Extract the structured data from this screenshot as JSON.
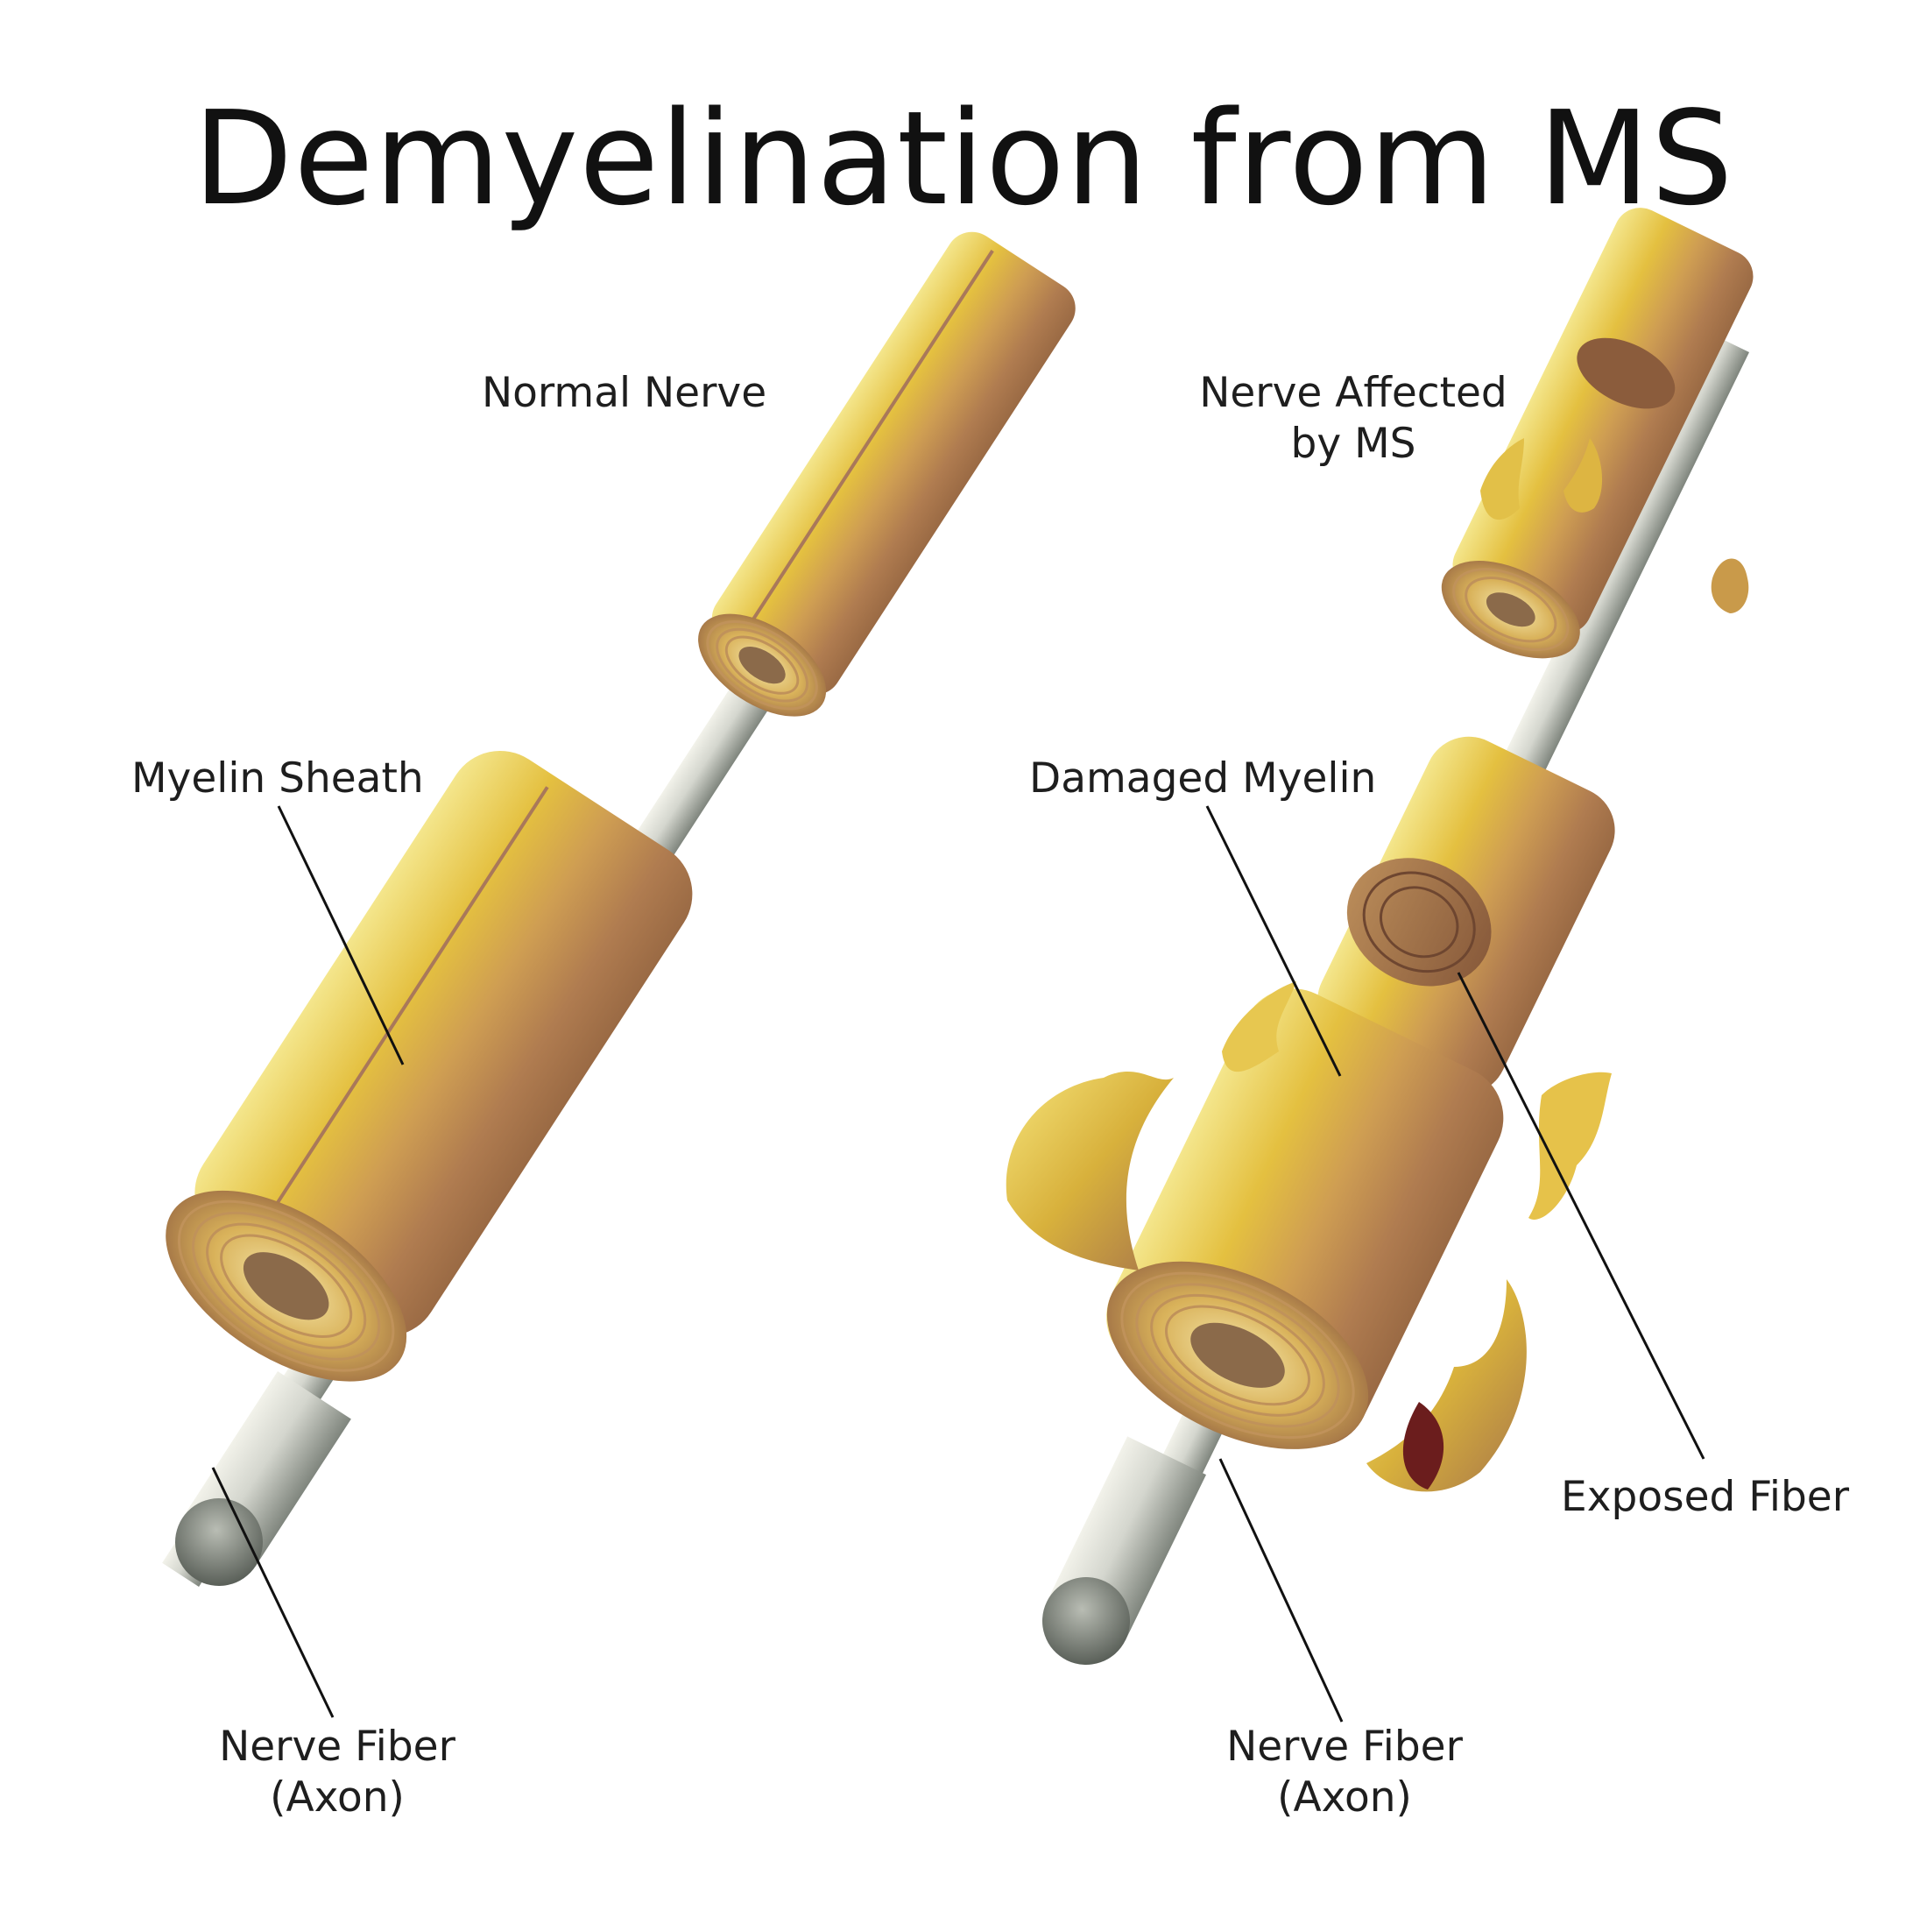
{
  "title": "Demyelination from MS",
  "labels": {
    "normal_nerve": "Normal Nerve",
    "affected_nerve_line1": "Nerve Affected",
    "affected_nerve_line2": "by MS",
    "myelin_sheath": "Myelin Sheath",
    "damaged_myelin": "Damaged Myelin",
    "exposed_fiber": "Exposed Fiber",
    "nerve_fiber_left_line1": "Nerve Fiber",
    "nerve_fiber_left_line2": "(Axon)",
    "nerve_fiber_right_line1": "Nerve Fiber",
    "nerve_fiber_right_line2": "(Axon)"
  },
  "colors": {
    "myelin_light": "#f2df7a",
    "myelin_gold": "#e0b92f",
    "myelin_brown": "#a4744a",
    "axon_light": "#e8e8e0",
    "axon_dark": "#7e847c",
    "damage_red": "#6b1d1d"
  }
}
